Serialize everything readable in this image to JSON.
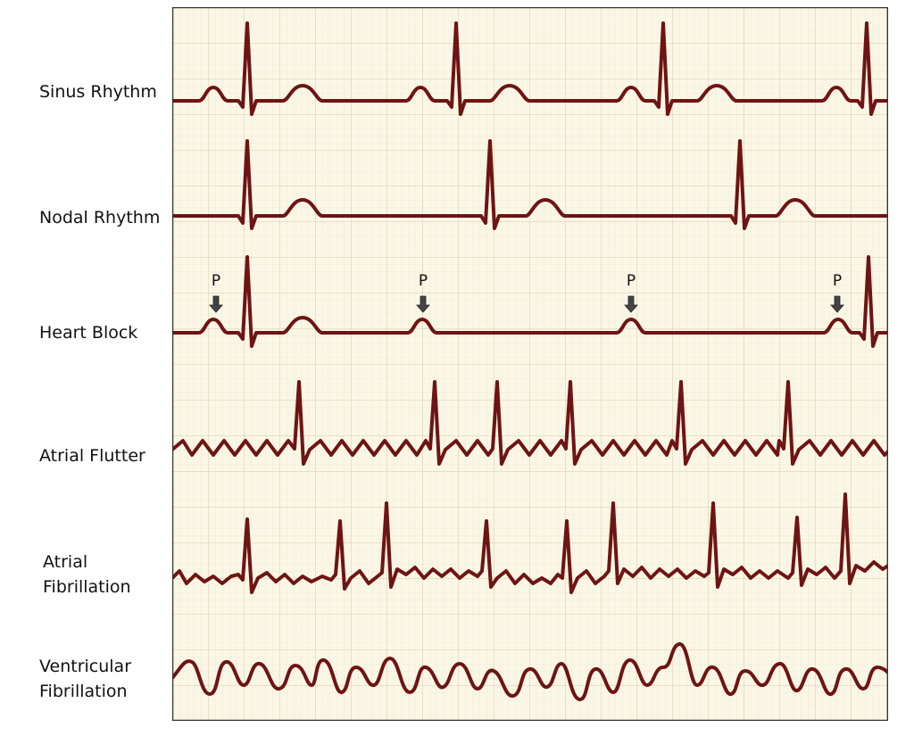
{
  "rows": [
    {
      "label_lines": [
        "Sinus Rhythm"
      ]
    },
    {
      "label_lines": [
        "Nodal Rhythm"
      ]
    },
    {
      "label_lines": [
        "Heart Block"
      ]
    },
    {
      "label_lines": [
        "Atrial Flutter"
      ]
    },
    {
      "label_lines": [
        "Atrial",
        "Fibrillation"
      ]
    },
    {
      "label_lines": [
        "Ventricular",
        "Fibrillation"
      ]
    }
  ],
  "p_markers": [
    "P",
    "P",
    "P",
    "P"
  ],
  "colors": {
    "grid_background": "#fbf7e6",
    "grid_minor": "#ece3c9",
    "grid_major": "#d8caa6",
    "trace": "#6e1414",
    "border": "#333333",
    "arrow": "#444444"
  }
}
